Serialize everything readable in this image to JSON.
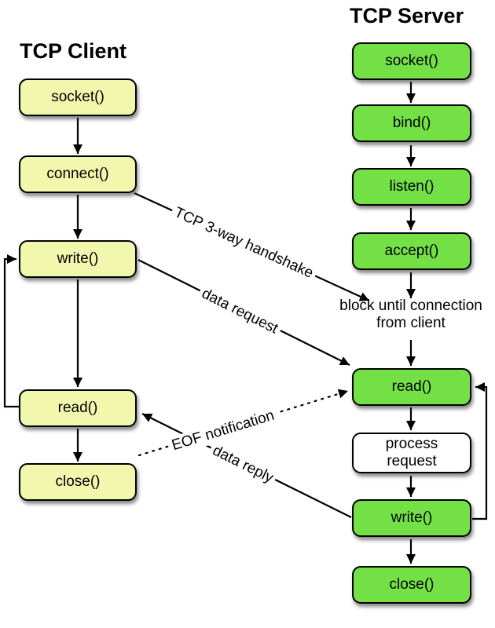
{
  "client": {
    "title": "TCP Client",
    "nodes": {
      "socket": "socket()",
      "connect": "connect()",
      "write": "write()",
      "read": "read()",
      "close": "close()"
    }
  },
  "server": {
    "title": "TCP Server",
    "nodes": {
      "socket": "socket()",
      "bind": "bind()",
      "listen": "listen()",
      "accept": "accept()",
      "read": "read()",
      "process": "process\nrequest",
      "write": "write()",
      "close": "close()"
    },
    "note": "block until connection\nfrom client"
  },
  "edge_labels": {
    "handshake": "TCP 3-way handshake",
    "data_request": "data request",
    "eof": "EOF notification",
    "data_reply": "data reply"
  },
  "colors": {
    "client_box": "#f2f7ae",
    "server_box": "#73e146",
    "process_box": "#ffffff",
    "border": "#000000",
    "arrow": "#000000",
    "background": "#ffffff"
  }
}
